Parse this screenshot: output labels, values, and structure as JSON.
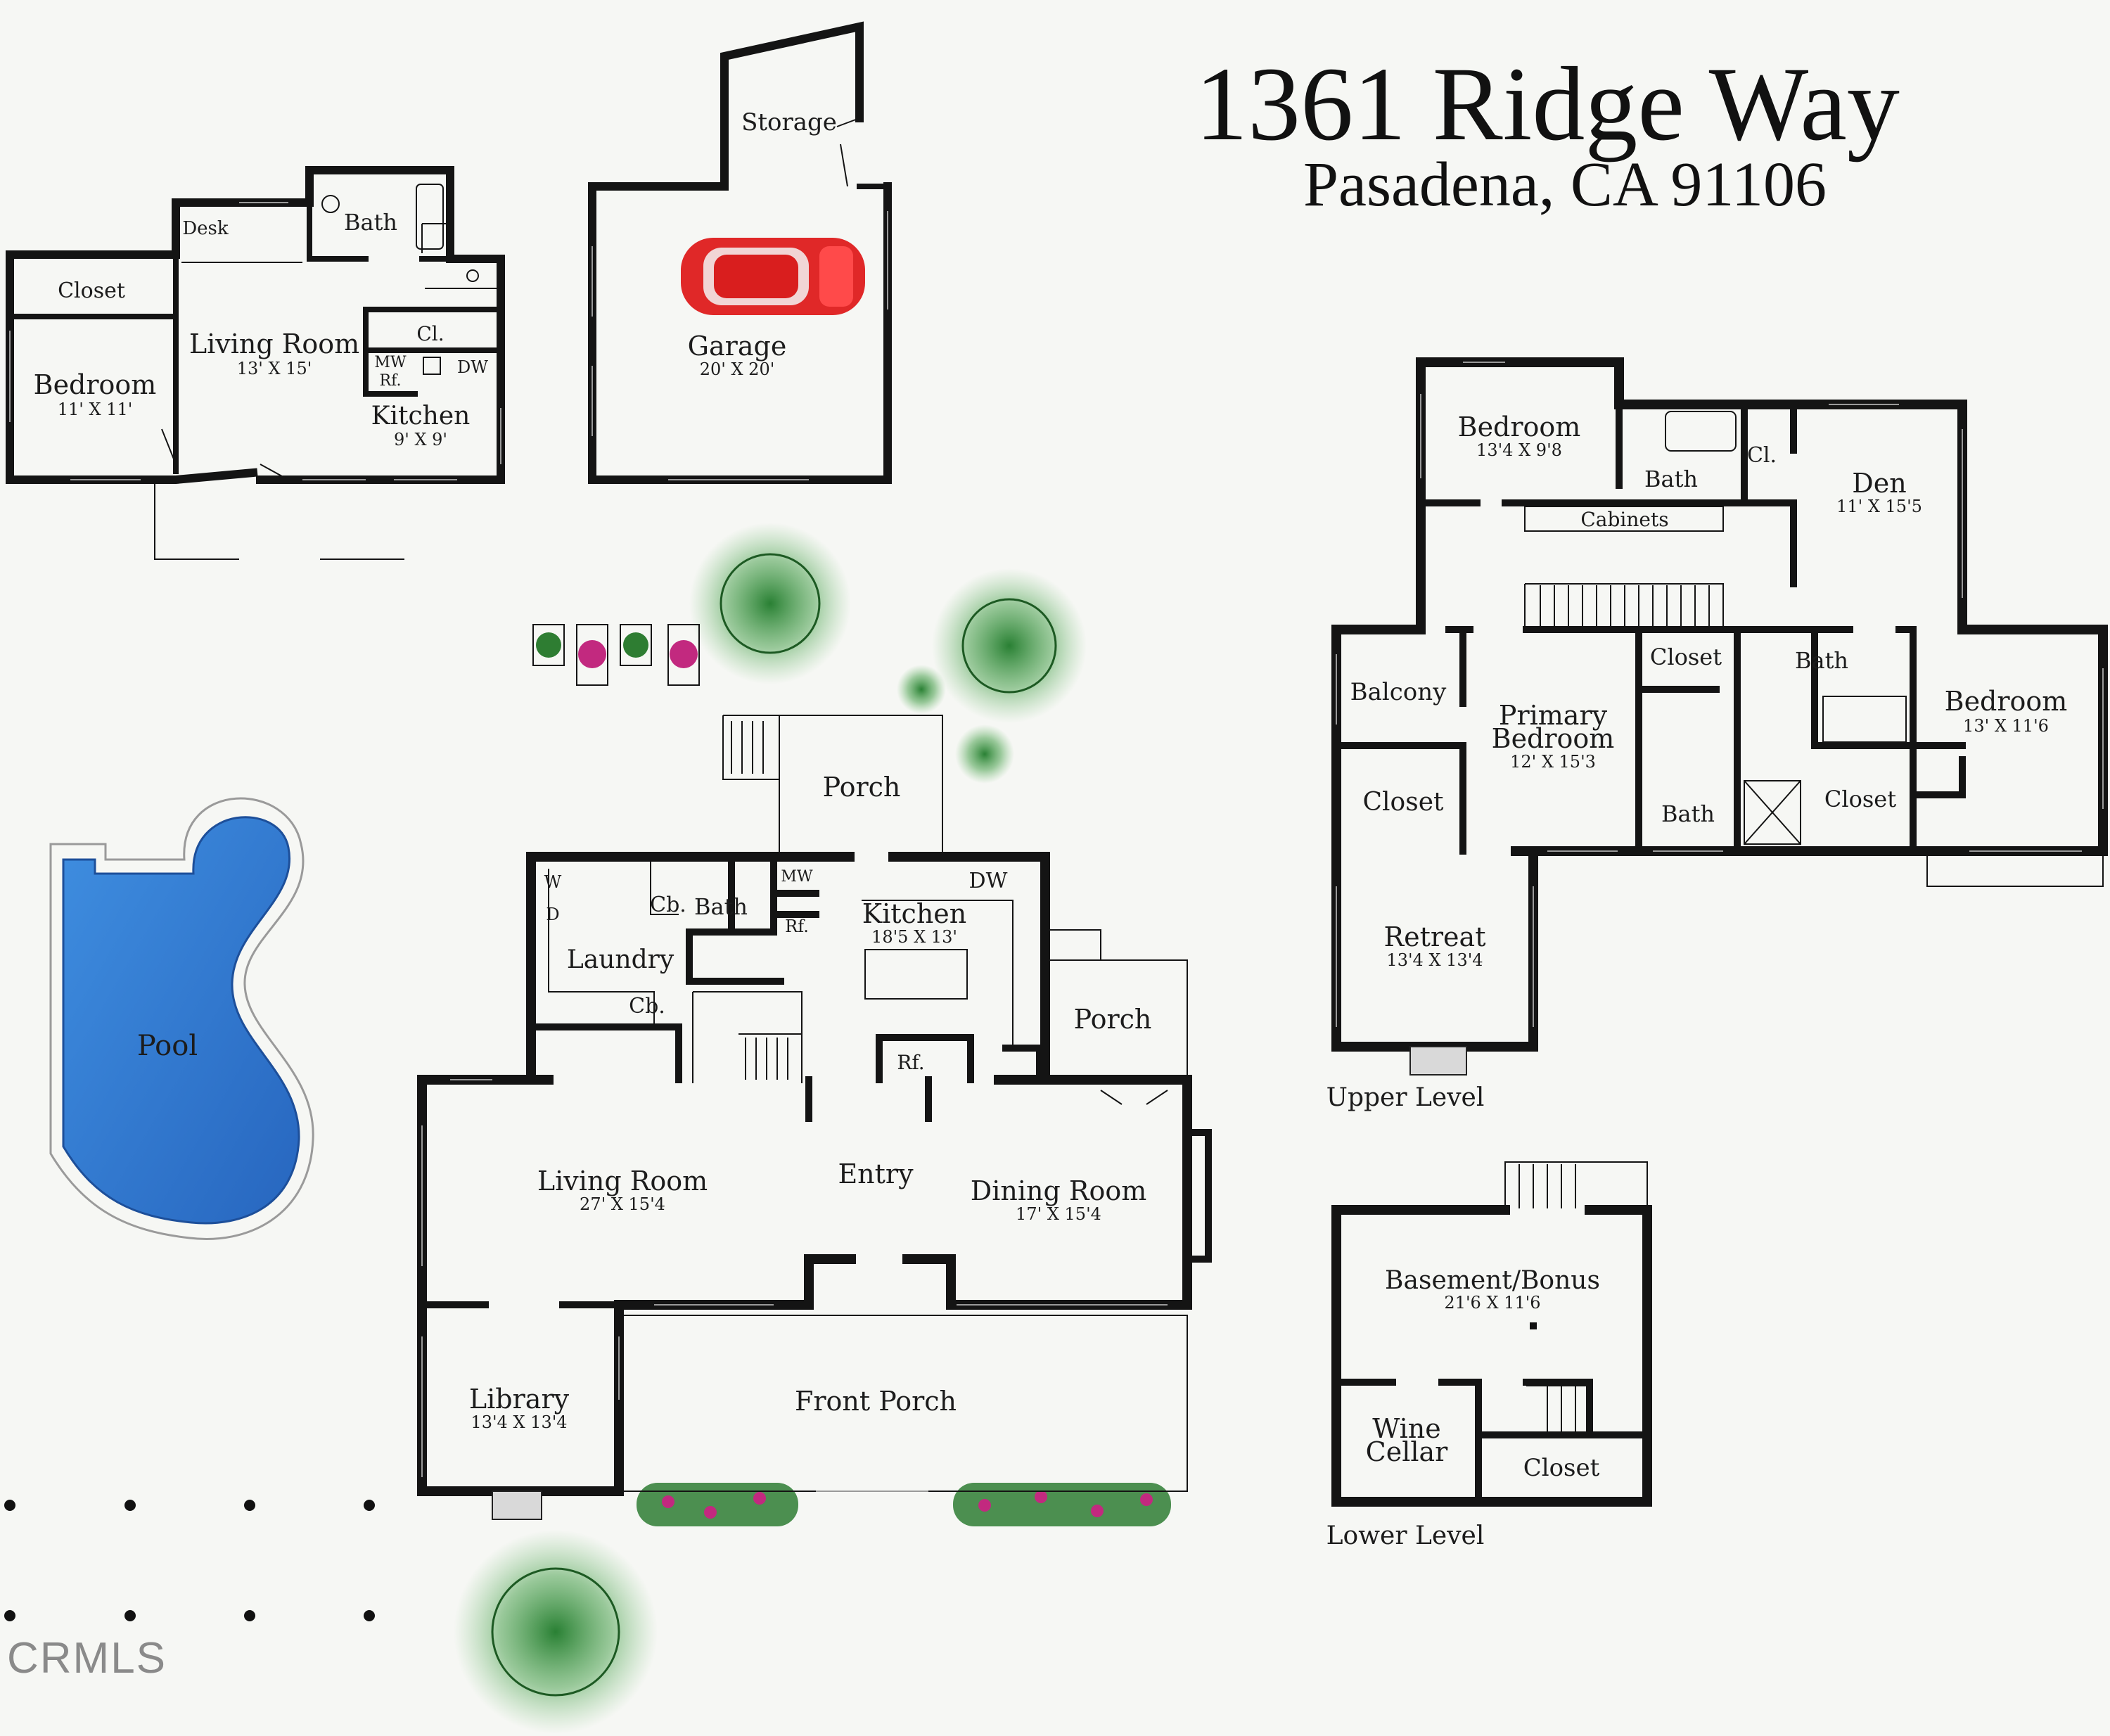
{
  "header": {
    "title": "1361 Ridge Way",
    "subtitle": "Pasadena, CA 91106"
  },
  "watermark": "CRMLS",
  "colors": {
    "wall": "#141414",
    "pool": "#2f78d0",
    "car": "#e02828",
    "tree": "#2e7d32",
    "flower": "#c2297f",
    "background": "#f6f7f4"
  },
  "adu": {
    "closet": "Closet",
    "bedroom": "Bedroom",
    "bedroom_dim": "11' X 11'",
    "desk": "Desk",
    "living": "Living Room",
    "living_dim": "13' X 15'",
    "bath": "Bath",
    "cl": "Cl.",
    "mw": "MW",
    "rf": "Rf.",
    "dw": "DW",
    "kitchen": "Kitchen",
    "kitchen_dim": "9' X 9'"
  },
  "garage": {
    "storage": "Storage",
    "label": "Garage",
    "dim": "20' X 20'"
  },
  "main": {
    "porch_back": "Porch",
    "w": "W",
    "d": "D",
    "cb1": "Cb.",
    "bath": "Bath",
    "mw": "MW",
    "rf": "Rf.",
    "dw": "DW",
    "kitchen": "Kitchen",
    "kitchen_dim": "18'5 X 13'",
    "laundry": "Laundry",
    "cb2": "Cb.",
    "rf2": "Rf.",
    "porch_side": "Porch",
    "living": "Living Room",
    "living_dim": "27' X 15'4",
    "entry": "Entry",
    "dining": "Dining Room",
    "dining_dim": "17' X 15'4",
    "library": "Library",
    "library_dim": "13'4 X 13'4",
    "front_porch": "Front Porch",
    "pool": "Pool"
  },
  "upper": {
    "bedroom1": "Bedroom",
    "bedroom1_dim": "13'4 X 9'8",
    "bath1": "Bath",
    "cl": "Cl.",
    "den": "Den",
    "den_dim": "11' X 15'5",
    "cabinets": "Cabinets",
    "balcony": "Balcony",
    "primary": "Primary",
    "primary2": "Bedroom",
    "primary_dim": "12' X 15'3",
    "closet_top": "Closet",
    "bath2": "Bath",
    "bedroom2": "Bedroom",
    "bedroom2_dim": "13' X 11'6",
    "closet_left": "Closet",
    "bath3": "Bath",
    "closet_right": "Closet",
    "retreat": "Retreat",
    "retreat_dim": "13'4 X 13'4",
    "level": "Upper Level"
  },
  "lower": {
    "basement": "Basement/Bonus",
    "basement_dim": "21'6 X 11'6",
    "wine": "Wine",
    "cellar": "Cellar",
    "closet": "Closet",
    "level": "Lower Level"
  }
}
